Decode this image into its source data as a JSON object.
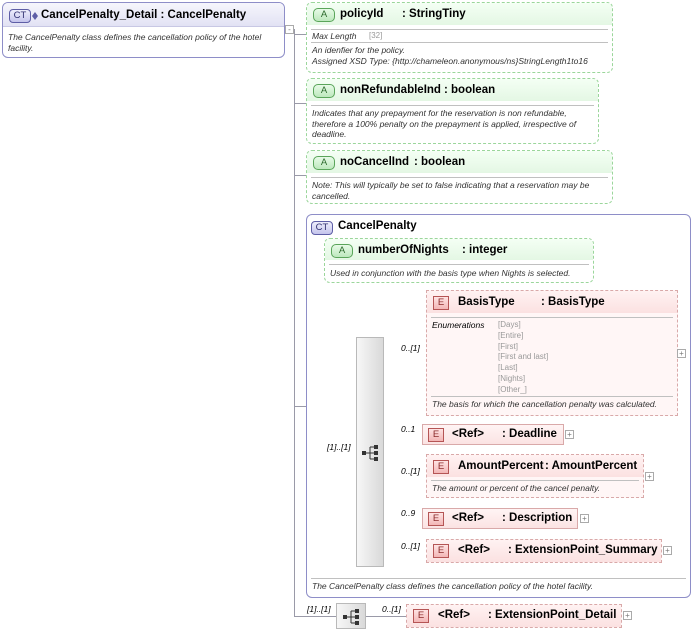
{
  "root": {
    "badge": "CT",
    "title": "CancelPenalty_Detail : CancelPenalty",
    "description": "The CancelPenalty class defines the cancellation policy of the hotel facility."
  },
  "attributes": [
    {
      "badge": "A",
      "name": "policyId",
      "type": ": StringTiny",
      "facet_label": "Max Length",
      "facet_value": "[32]",
      "description_lines": [
        "An idenfier for the policy.",
        "Assigned XSD Type: {http://chameleon.anonymous/ns}StringLength1to16"
      ]
    },
    {
      "badge": "A",
      "name": "nonRefundableInd",
      "type": ": boolean",
      "description_lines": [
        "Indicates that any prepayment for the reservation is non refundable,",
        "therefore a 100% penalty on the prepayment is applied, irrespective of",
        "deadline."
      ]
    },
    {
      "badge": "A",
      "name": "noCancelInd",
      "type": ": boolean",
      "description_lines": [
        "Note: This will typically be set to false indicating that a reservation may be",
        "cancelled."
      ]
    }
  ],
  "cancel_penalty": {
    "badge": "CT",
    "title": "CancelPenalty",
    "footer": "The CancelPenalty class defines the cancellation policy of the hotel facility.",
    "attribute": {
      "badge": "A",
      "name": "numberOfNights",
      "type": ": integer",
      "description": "Used in conjunction with the basis type when Nights is selected."
    },
    "sequence_cardinality": "[1]..[1]",
    "elements": [
      {
        "badge": "E",
        "name": "BasisType",
        "type": ": BasisType",
        "cardinality": "0..[1]",
        "enum_label": "Enumerations",
        "enumerations": [
          "[Days]",
          "[Entire]",
          "[First]",
          "[First and last]",
          "[Last]",
          "[Nights]",
          "[Other_]"
        ],
        "description": "The basis for which the cancellation penalty was calculated."
      },
      {
        "badge": "E",
        "ref": "<Ref>",
        "name": ": Deadline",
        "cardinality": "0..1"
      },
      {
        "badge": "E",
        "name": "AmountPercent",
        "type": ": AmountPercent",
        "cardinality": "0..[1]",
        "description": "The amount or percent of the cancel penalty."
      },
      {
        "badge": "E",
        "ref": "<Ref>",
        "name": ": Description",
        "cardinality": "0..9"
      },
      {
        "badge": "E",
        "ref": "<Ref>",
        "name": ": ExtensionPoint_Summary",
        "cardinality": "0..[1]"
      }
    ]
  },
  "bottom": {
    "sequence_cardinality": "[1]..[1]",
    "element": {
      "badge": "E",
      "ref": "<Ref>",
      "name": ": ExtensionPoint_Detail",
      "cardinality": "0..[1]"
    }
  },
  "icons": {
    "sequence": "sequence-compositor-icon",
    "expand": "plus-icon",
    "attribute_group": "attribute-connector-icon"
  }
}
